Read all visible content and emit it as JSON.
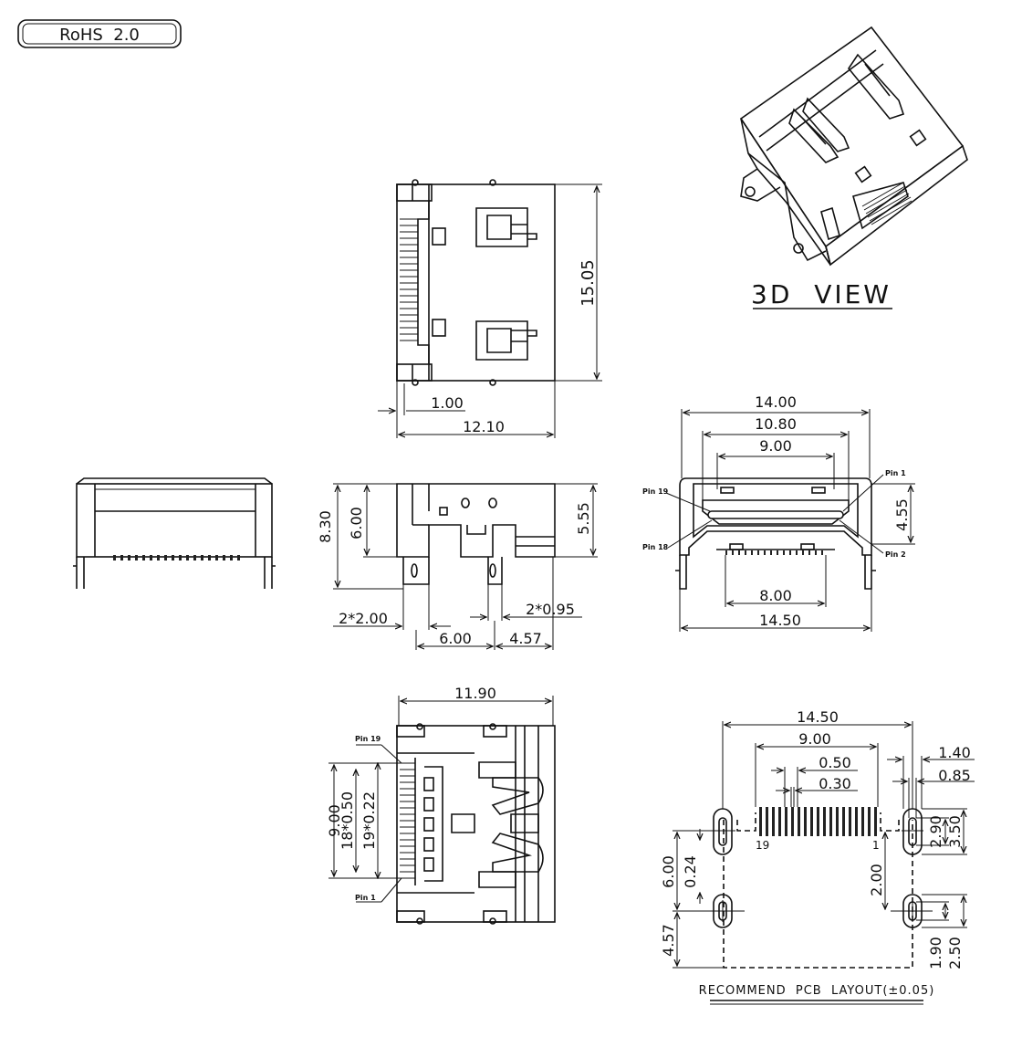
{
  "badge": "RoHS  2.0",
  "view_3d_label": "3D  VIEW",
  "pcb_layout_label": "RECOMMEND  PCB  LAYOUT(±0.05)",
  "top_view": {
    "height": "15.05",
    "offset": "1.00",
    "width": "12.10"
  },
  "side_view": {
    "height": "8.30",
    "inner_height": "6.00",
    "right_height": "5.55",
    "post_width": "2*2.00",
    "post_thickness": "2*0.95",
    "post_pitch": "6.00",
    "post_offset": "4.57"
  },
  "front_view": {
    "outer_width": "14.00",
    "inner_width": "10.80",
    "contact_width": "9.00",
    "height": "4.55",
    "peg_width": "8.00",
    "base_width": "14.50",
    "pin19": "Pin 19",
    "pin1": "Pin 1",
    "pin18": "Pin 18",
    "pin2": "Pin 2"
  },
  "bottom_view": {
    "width": "11.90",
    "span": "9.00",
    "pitch": "18*0.50",
    "pin_width": "19*0.22",
    "pin19": "Pin 19",
    "pin1": "Pin 1"
  },
  "pcb": {
    "width": "14.50",
    "span": "9.00",
    "pitch": "0.50",
    "pad_width": "0.30",
    "slot_w1": "1.40",
    "slot_w2": "0.85",
    "slot_h1": "2.90",
    "slot_h2": "3.50",
    "left_height": "6.00",
    "offset": "0.24",
    "lower": "4.57",
    "mid": "2.00",
    "slot_h3": "1.90",
    "slot_h4": "2.50",
    "pin19": "19",
    "pin1": "1"
  }
}
